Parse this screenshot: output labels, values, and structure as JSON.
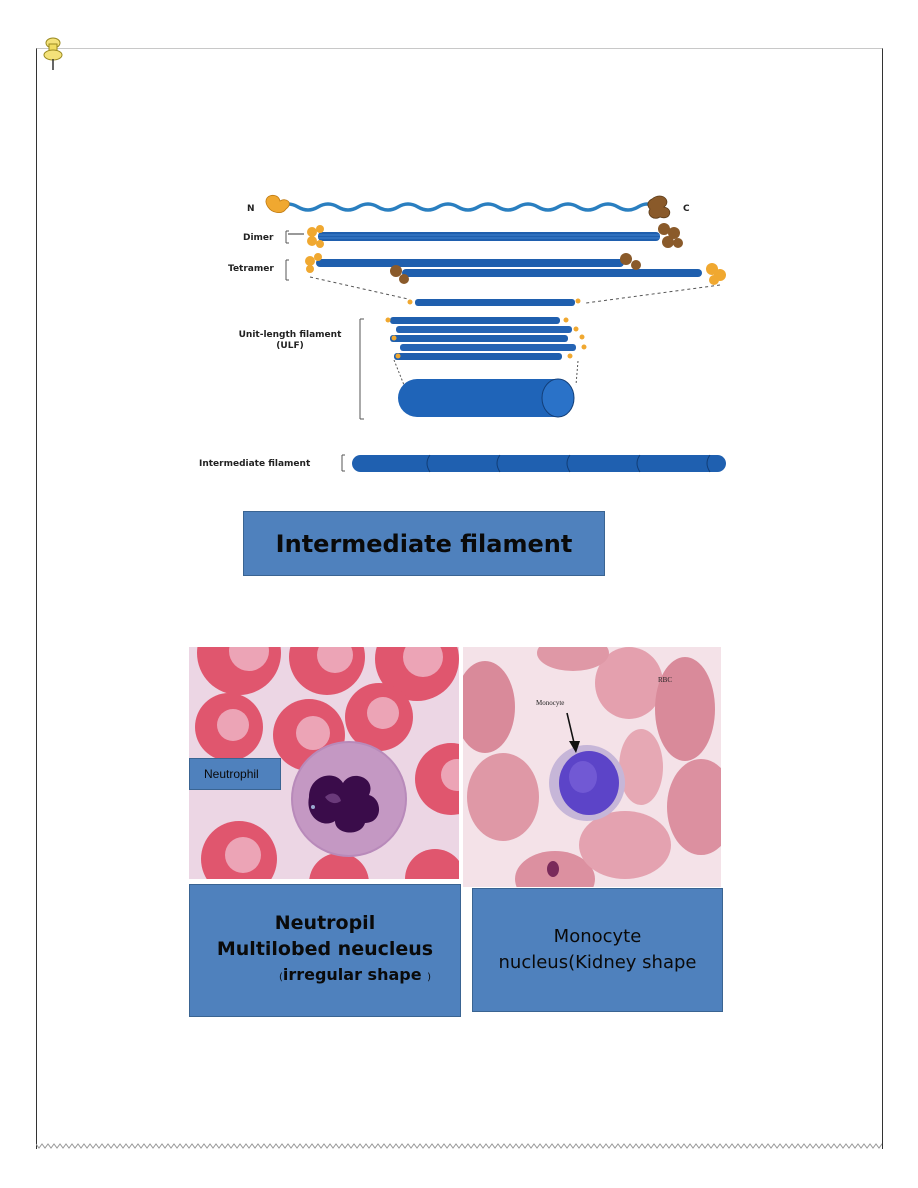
{
  "diagram": {
    "label_n": "N",
    "label_c": "C",
    "label_dimer": "Dimer",
    "label_tetramer": "Tetramer",
    "label_ulf_line1": "Unit-length filament",
    "label_ulf_line2": "(ULF)",
    "label_if": "Intermediate filament",
    "colors": {
      "rod": "#1f5fae",
      "rod_dark": "#163f7a",
      "head_orange": "#f0a830",
      "tail_brown": "#8a5a2a"
    }
  },
  "captions": {
    "if_title": "Intermediate filament",
    "neutrophil_label": "Neutrophil",
    "neutropil_line1": "Neutropil",
    "neutropil_line2": "Multilobed neucleus",
    "neutropil_line3_open": "(",
    "neutropil_line3_text": "irregular shape",
    "neutropil_line3_close": ")",
    "monocyte_line1": "Monocyte",
    "monocyte_line2": "nucleus(Kidney shape",
    "micro_monocyte": "Monocyte",
    "micro_rbc": "RBC"
  },
  "icons": {
    "pin": "pushpin-icon"
  }
}
